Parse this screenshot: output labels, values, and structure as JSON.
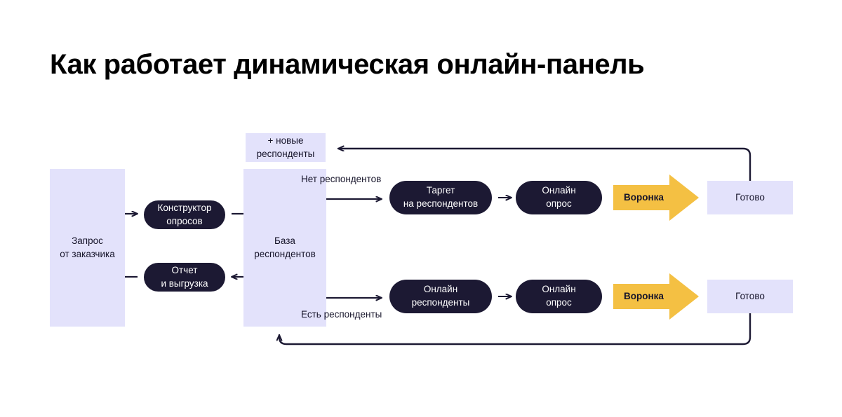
{
  "title": "Как работает динамическая онлайн-панель",
  "colors": {
    "background": "#FFFFFF",
    "lavender_box": "#E3E2FB",
    "dark_pill": "#1C1933",
    "funnel_yellow": "#F4C043",
    "line": "#1C1933",
    "title_text": "#000000",
    "dark_text": "#16142A",
    "light_text": "#FFFFFF"
  },
  "nodes": {
    "client_request": "Запрос\nот заказчика",
    "client_request_line1": "Запрос",
    "client_request_line2": "от заказчика",
    "survey_builder_line1": "Конструктор",
    "survey_builder_line2": "опросов",
    "report_line1": "Отчет",
    "report_line2": "и выгрузка",
    "new_respondents_line1": "+ новые",
    "new_respondents_line2": "респонденты",
    "respondent_base_line1": "База",
    "respondent_base_line2": "респондентов",
    "target_line1": "Таргет",
    "target_line2": "на респондентов",
    "online_survey_top_line1": "Онлайн",
    "online_survey_top_line2": "опрос",
    "online_respondents_line1": "Онлайн",
    "online_respondents_line2": "респонденты",
    "online_survey_bottom_line1": "Онлайн",
    "online_survey_bottom_line2": "опрос",
    "done_top": "Готово",
    "done_bottom": "Готово"
  },
  "edge_labels": {
    "no_respondents": "Нет респондентов",
    "has_respondents": "Есть респонденты",
    "funnel_top": "Воронка",
    "funnel_bottom": "Воронка"
  }
}
